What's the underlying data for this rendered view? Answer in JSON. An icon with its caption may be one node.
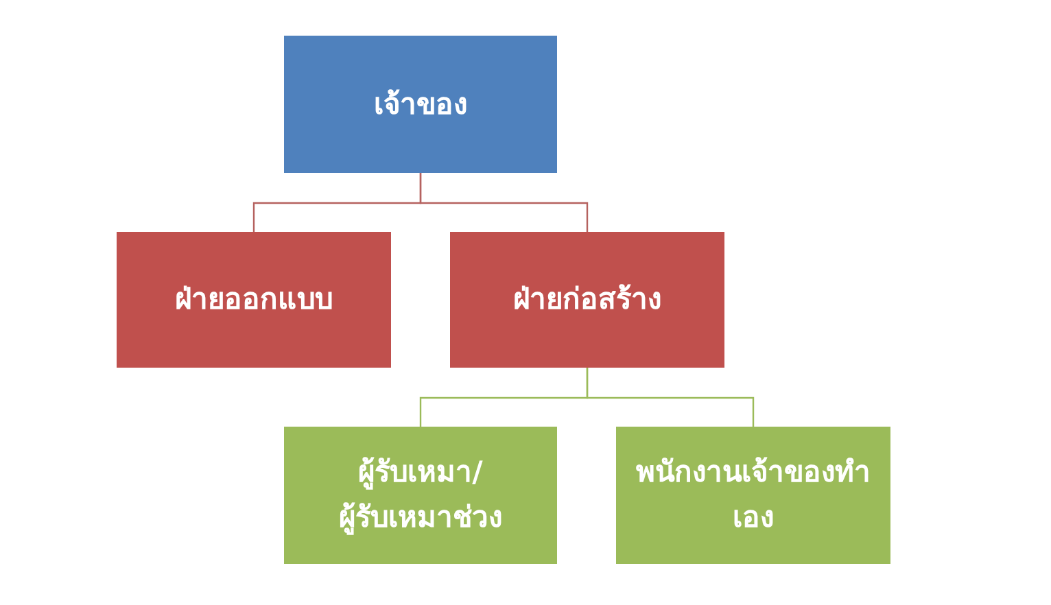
{
  "diagram": {
    "nodes": [
      {
        "text": [
          "เจ้าของ"
        ]
      },
      {
        "text": [
          "ฝ่ายออกแบบ"
        ]
      },
      {
        "text": [
          "ฝ่ายก่อสร้าง"
        ]
      },
      {
        "text": [
          "ผู้รับเหมา/ผู้รับเหมาช่วง"
        ]
      },
      {
        "text": [
          "พนักงานเจ้าของทำเอง"
        ]
      }
    ],
    "edges": [
      {
        "from": 0,
        "to": 1,
        "arrow": "none",
        "color": "#b5625f"
      },
      {
        "from": 0,
        "to": 2,
        "arrow": "none",
        "color": "#b5625f"
      },
      {
        "from": 2,
        "to": 3,
        "arrow": "none",
        "color": "#9bbb59"
      },
      {
        "from": 2,
        "to": 4,
        "arrow": "none",
        "color": "#9bbb59"
      }
    ]
  }
}
